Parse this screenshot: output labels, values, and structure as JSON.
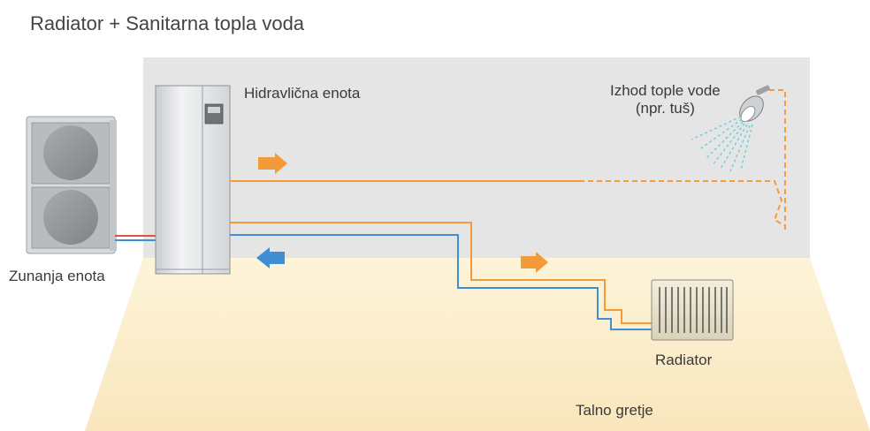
{
  "title": "Radiator + Sanitarna topla voda",
  "labels": {
    "hydraulic_unit": "Hidravlična enota",
    "outdoor_unit": "Zunanja enota",
    "hot_water_outlet_line1": "Izhod tople vode",
    "hot_water_outlet_line2": "(npr. tuš)",
    "radiator": "Radiator",
    "floor_heating": "Talno gretje"
  },
  "colors": {
    "wall": "#e5e5e5",
    "floor": "#fbeec9",
    "hot_pipe": "#f39a3a",
    "cold_pipe": "#3f8fd2",
    "flow_arrow_hot": "#f39a3a",
    "flow_arrow_cold": "#3f8fd2",
    "shower_spray": "#6ccdd8"
  },
  "icons": {
    "flow_arrow_supply": "arrow-right-icon",
    "flow_arrow_return": "arrow-left-icon",
    "shower": "shower-head-icon"
  }
}
